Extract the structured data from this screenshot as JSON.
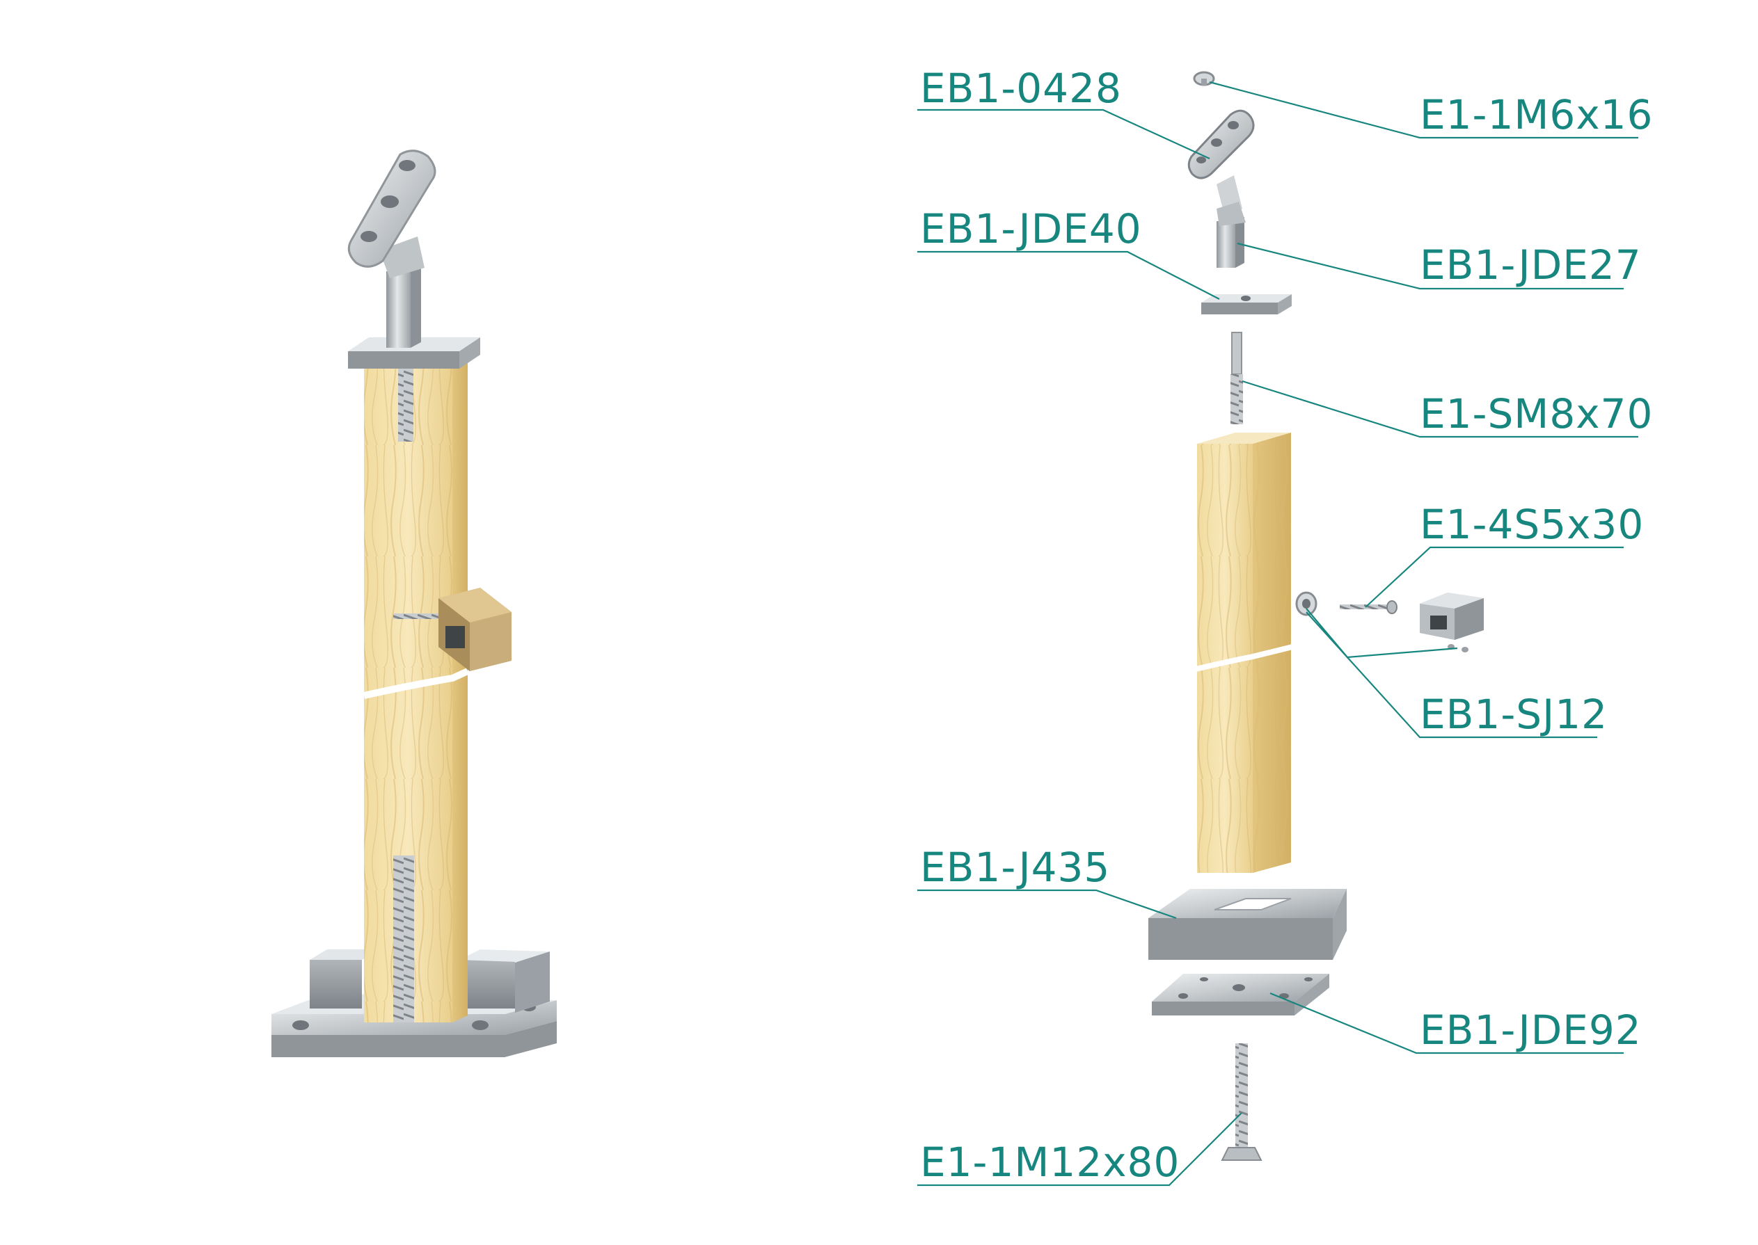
{
  "colors": {
    "label_teal": "#17867f",
    "steel_light": "#dfe2e4",
    "steel_mid": "#b7bcc0",
    "steel_dark": "#868c91",
    "wood_light": "#f7e6b5",
    "wood_mid": "#e8cf8e",
    "wood_dark": "#cfae63",
    "background": "#ffffff"
  },
  "labels": {
    "handrail_saddle": "EB1-0428",
    "saddle_screw": "E1-1M6x16",
    "top_cap_plate": "EB1-JDE40",
    "adjustable_stem": "EB1-JDE27",
    "hanger_bolt": "E1-SM8x70",
    "wood_screw": "E1-4S5x30",
    "rod_holder": "EB1-SJ12",
    "base_cover": "EB1-J435",
    "base_plate": "EB1-JDE92",
    "anchor_bolt": "E1-1M12x80"
  }
}
